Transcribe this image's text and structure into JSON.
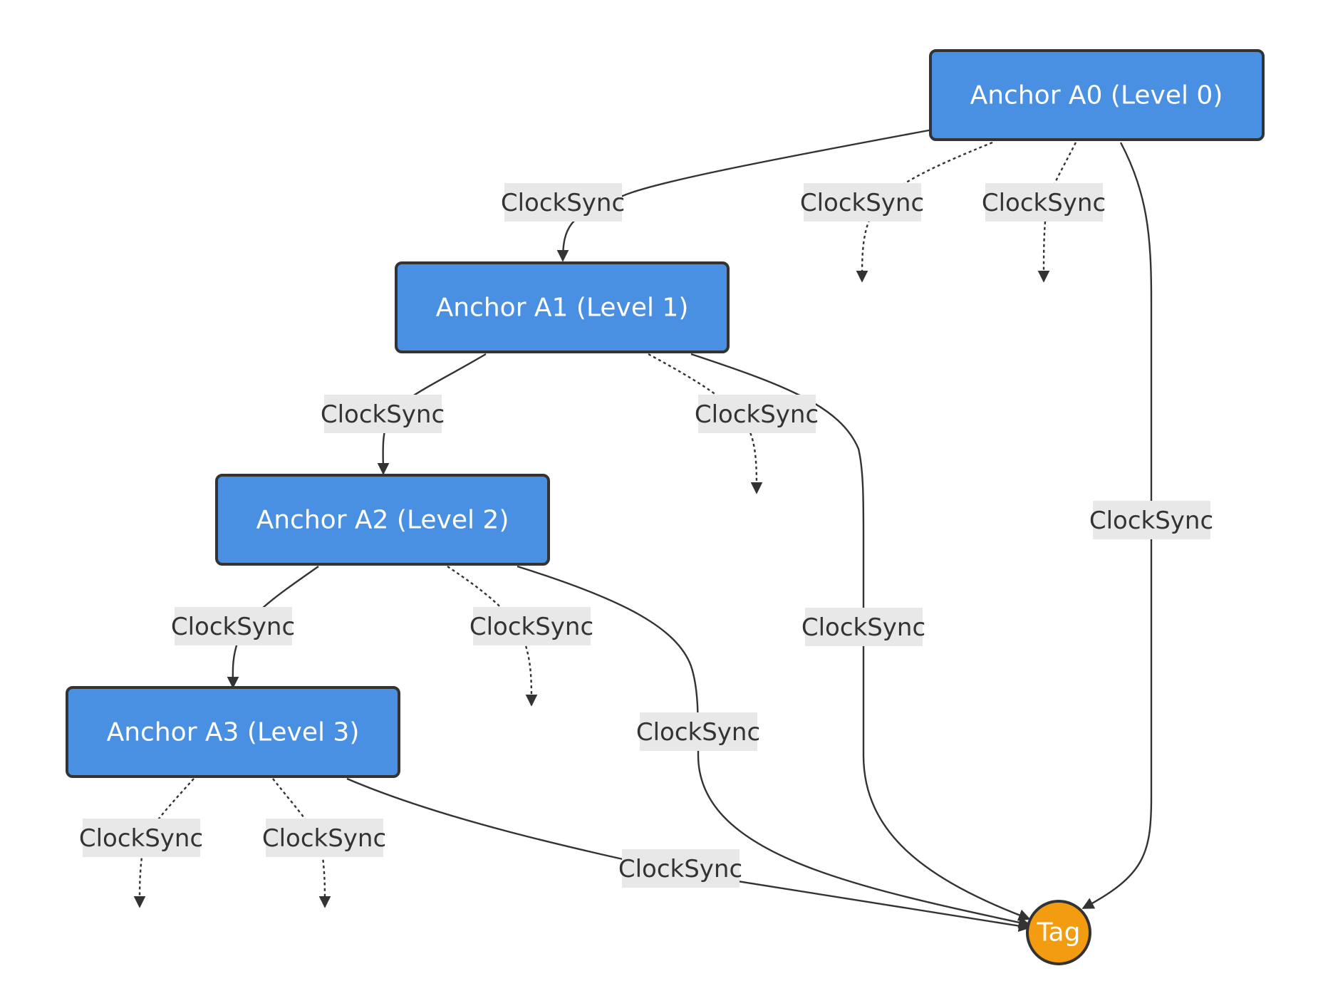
{
  "nodes": {
    "a0": {
      "label": "Anchor A0 (Level 0)"
    },
    "a1": {
      "label": "Anchor A1 (Level 1)"
    },
    "a2": {
      "label": "Anchor A2 (Level 2)"
    },
    "a3": {
      "label": "Anchor A3 (Level 3)"
    },
    "tag": {
      "label": "Tag"
    }
  },
  "edges": {
    "a0_a1": {
      "label": "ClockSync",
      "style": "solid"
    },
    "a0_out1": {
      "label": "ClockSync",
      "style": "dashed"
    },
    "a0_out2": {
      "label": "ClockSync",
      "style": "dashed"
    },
    "a0_tag": {
      "label": "ClockSync",
      "style": "solid"
    },
    "a1_a2": {
      "label": "ClockSync",
      "style": "solid"
    },
    "a1_out": {
      "label": "ClockSync",
      "style": "dashed"
    },
    "a1_tag": {
      "label": "ClockSync",
      "style": "solid"
    },
    "a2_a3": {
      "label": "ClockSync",
      "style": "solid"
    },
    "a2_out": {
      "label": "ClockSync",
      "style": "dashed"
    },
    "a2_tag": {
      "label": "ClockSync",
      "style": "solid"
    },
    "a3_out1": {
      "label": "ClockSync",
      "style": "dashed"
    },
    "a3_out2": {
      "label": "ClockSync",
      "style": "dashed"
    },
    "a3_tag": {
      "label": "ClockSync",
      "style": "solid"
    }
  },
  "colors": {
    "anchor_fill": "#4a90e2",
    "tag_fill": "#f39c12",
    "stroke": "#333333",
    "edge_label_bg": "#e8e8e8"
  }
}
